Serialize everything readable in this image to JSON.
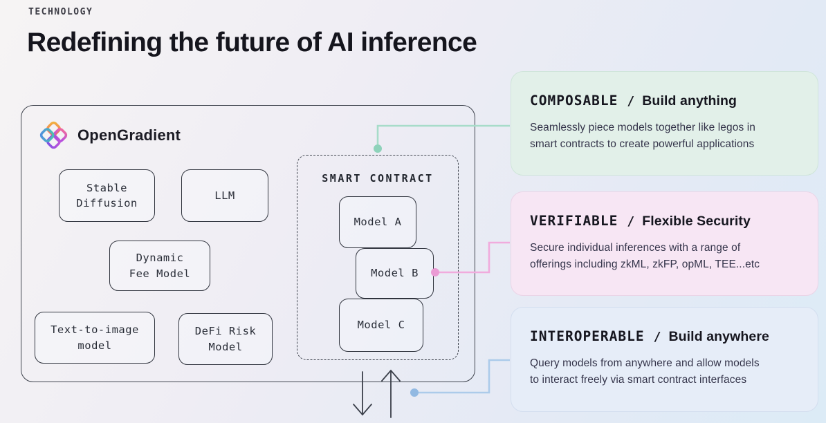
{
  "page": {
    "eyebrow": "TECHNOLOGY",
    "title": "Redefining the future of AI inference"
  },
  "diagram": {
    "brand": "OpenGradient",
    "model_boxes": [
      {
        "label": "Stable\nDiffusion"
      },
      {
        "label": "LLM"
      },
      {
        "label": "Dynamic\nFee Model"
      },
      {
        "label": "Text-to-image\nmodel"
      },
      {
        "label": "DeFi Risk\nModel"
      }
    ],
    "smart_contract": {
      "label": "SMART CONTRACT",
      "models": [
        {
          "label": "Model A"
        },
        {
          "label": "Model B"
        },
        {
          "label": "Model C"
        }
      ]
    }
  },
  "cards": [
    {
      "tag": "COMPOSABLE",
      "separator": "/",
      "subtitle": "Build anything",
      "body": "Seamlessly piece models together like legos in\nsmart contracts to create powerful applications",
      "bg": "#e2f0e9",
      "accent": "#9bd8c0"
    },
    {
      "tag": "VERIFIABLE",
      "separator": "/",
      "subtitle": "Flexible Security",
      "body": "Secure individual inferences with a range of\nofferings including zkML, zkFP, opML, TEE...etc",
      "bg": "#f7e6f4",
      "accent": "#efa3d9"
    },
    {
      "tag": "INTEROPERABLE",
      "separator": "/",
      "subtitle": "Build anywhere",
      "body": "Query models from anywhere and allow models\nto interact freely via smart contract interfaces",
      "bg": "#e6edf8",
      "accent": "#a4c5e7"
    }
  ],
  "colors": {
    "outline": "#3d424c",
    "teal_connector": "#a7dcc9",
    "teal_dot": "#8ed2ba",
    "pink_connector": "#f1abdd",
    "pink_dot": "#ea9bd4",
    "blue_connector": "#accbea",
    "blue_dot": "#92b9e2"
  }
}
